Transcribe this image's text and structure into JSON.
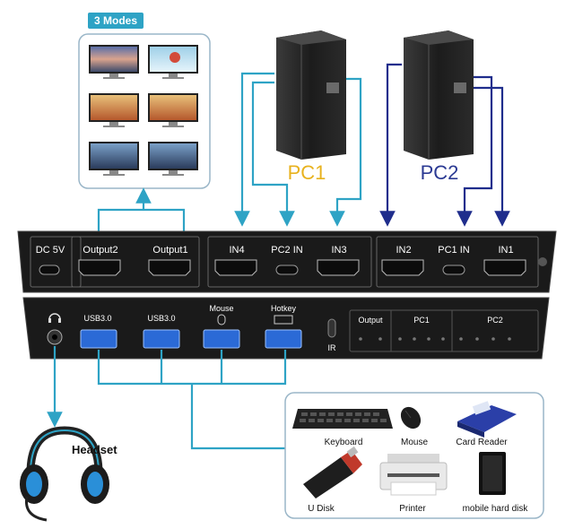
{
  "modes": {
    "title": "3 Modes"
  },
  "pcs": {
    "pc1": "PC1",
    "pc2": "PC2"
  },
  "colors": {
    "teal": "#2ea3c5",
    "navy": "#1f2d8c",
    "pc1_label": "#e8b21e",
    "pc2_label": "#2b3a93",
    "device_dark": "#1c1c1c",
    "panel_border": "#9ab6c8"
  },
  "front_panel": {
    "ports": [
      "DC 5V",
      "Output2",
      "Output1",
      "IN4",
      "PC2 IN",
      "IN3",
      "IN2",
      "PC1 IN",
      "IN1"
    ]
  },
  "back_panel": {
    "usb_ports": [
      "USB3.0",
      "USB3.0",
      "Mouse",
      "Hotkey"
    ],
    "ir": "IR",
    "groups": [
      "Output",
      "PC1",
      "PC2"
    ]
  },
  "headset": {
    "label": "Headset"
  },
  "peripherals": {
    "items": [
      "Keyboard",
      "Mouse",
      "Card Reader",
      "U Disk",
      "Printer",
      "mobile hard disk"
    ]
  },
  "icons": [
    "monitor-icon",
    "pc-tower-icon",
    "hdmi-port-icon",
    "usb-c-port-icon",
    "usb-a-port-icon",
    "headphone-jack-icon",
    "headset-icon",
    "keyboard-icon",
    "mouse-icon",
    "card-reader-icon",
    "usb-disk-icon",
    "printer-icon",
    "hard-disk-icon"
  ]
}
